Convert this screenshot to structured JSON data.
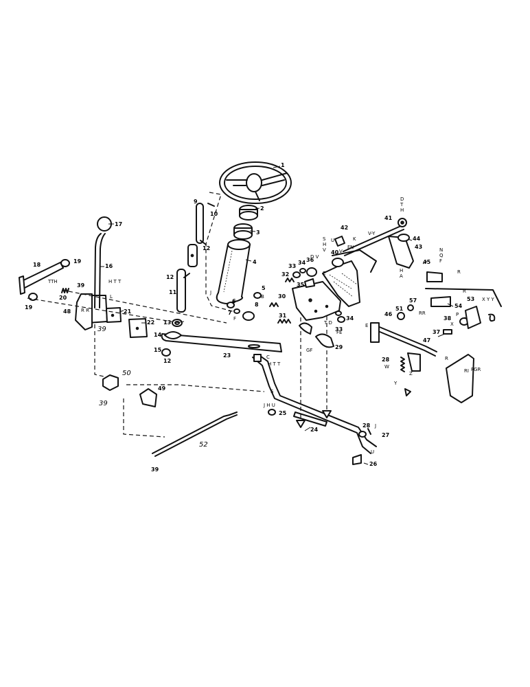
{
  "callouts": [
    {
      "id": "c1",
      "text": "1"
    },
    {
      "id": "c2",
      "text": "2"
    },
    {
      "id": "c3",
      "text": "3"
    },
    {
      "id": "c4",
      "text": "4"
    },
    {
      "id": "c5",
      "text": "5"
    },
    {
      "id": "c6",
      "text": "6"
    },
    {
      "id": "c7",
      "text": "7"
    },
    {
      "id": "c8",
      "text": "8"
    },
    {
      "id": "c9",
      "text": "9"
    },
    {
      "id": "c10",
      "text": "10"
    },
    {
      "id": "c11",
      "text": "11"
    },
    {
      "id": "c12a",
      "text": "12"
    },
    {
      "id": "c12b",
      "text": "12"
    },
    {
      "id": "c12c",
      "text": "12"
    },
    {
      "id": "c13",
      "text": "13"
    },
    {
      "id": "c14",
      "text": "14"
    },
    {
      "id": "c15",
      "text": "15"
    },
    {
      "id": "c16",
      "text": "16"
    },
    {
      "id": "c17",
      "text": "17"
    },
    {
      "id": "c18",
      "text": "18"
    },
    {
      "id": "c19a",
      "text": "19"
    },
    {
      "id": "c19b",
      "text": "19"
    },
    {
      "id": "c20",
      "text": "20"
    },
    {
      "id": "c21",
      "text": "21"
    },
    {
      "id": "c22",
      "text": "22"
    },
    {
      "id": "c23",
      "text": "23"
    },
    {
      "id": "c24",
      "text": "24"
    },
    {
      "id": "c25",
      "text": "25"
    },
    {
      "id": "c26",
      "text": "26"
    },
    {
      "id": "c27",
      "text": "27"
    },
    {
      "id": "c28a",
      "text": "28"
    },
    {
      "id": "c28b",
      "text": "28"
    },
    {
      "id": "c29",
      "text": "29"
    },
    {
      "id": "c30",
      "text": "30"
    },
    {
      "id": "c31",
      "text": "31"
    },
    {
      "id": "c32",
      "text": "32"
    },
    {
      "id": "c33a",
      "text": "33"
    },
    {
      "id": "c33b",
      "text": "33"
    },
    {
      "id": "c34a",
      "text": "34"
    },
    {
      "id": "c34b",
      "text": "34"
    },
    {
      "id": "c35",
      "text": "35"
    },
    {
      "id": "c36",
      "text": "36"
    },
    {
      "id": "c37",
      "text": "37"
    },
    {
      "id": "c38",
      "text": "38"
    },
    {
      "id": "c39a",
      "text": "39"
    },
    {
      "id": "c39b",
      "text": "39"
    },
    {
      "id": "c39c",
      "text": "39"
    },
    {
      "id": "c39d",
      "text": "39"
    },
    {
      "id": "c40",
      "text": "40"
    },
    {
      "id": "c41",
      "text": "41"
    },
    {
      "id": "c42",
      "text": "42"
    },
    {
      "id": "c43",
      "text": "43"
    },
    {
      "id": "c44",
      "text": "44"
    },
    {
      "id": "c45",
      "text": "45"
    },
    {
      "id": "c46",
      "text": "46"
    },
    {
      "id": "c47",
      "text": "47"
    },
    {
      "id": "c48",
      "text": "48"
    },
    {
      "id": "c49",
      "text": "49"
    },
    {
      "id": "c50",
      "text": "50"
    },
    {
      "id": "c51",
      "text": "51"
    },
    {
      "id": "c52",
      "text": "52"
    },
    {
      "id": "c53",
      "text": "53"
    },
    {
      "id": "c54",
      "text": "54"
    },
    {
      "id": "c57",
      "text": "57"
    }
  ],
  "codes": {
    "dth": [
      "D",
      "T",
      "H"
    ],
    "ha": [
      "H",
      "A"
    ],
    "shv": [
      "S",
      "H",
      "V"
    ],
    "nqf": [
      "N",
      "Q",
      "F"
    ],
    "r45": "R",
    "r53": "R",
    "xyy": "X Y Y",
    "p": "P",
    "x": "X",
    "rr": "RR",
    "r_low": "R",
    "fgr": "FGR",
    "ri": "RI",
    "y": "Y",
    "w": "W",
    "z": "Z",
    "fe": "FE",
    "tdt": "T D",
    "gf": "GF",
    "c": "C",
    "htt": "H T T",
    "j": "J",
    "f": "F",
    "b": "B",
    "u42": "U",
    "k": "K",
    "fn": "FN",
    "vy": "V-Y",
    "tth": "TTH",
    "htt16": "H T T",
    "rr48": "R R",
    "l": "L",
    "j26": "J",
    "u26": "U",
    "s": "S",
    "jhu": "J H U",
    "e": "E",
    "dv36": "D V",
    "e36": "E",
    "v40": "V"
  }
}
